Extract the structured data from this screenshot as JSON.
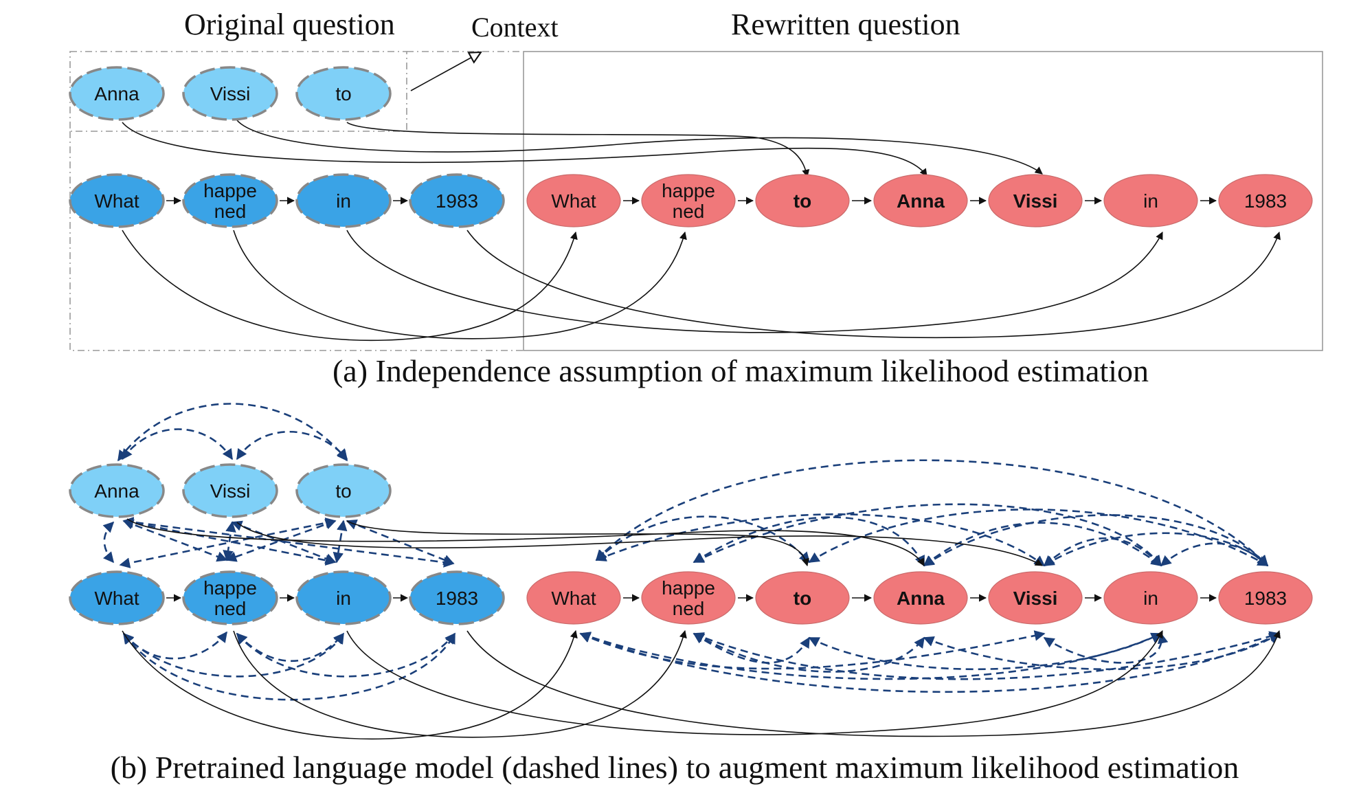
{
  "colors": {
    "context_node": "#7fd0f7",
    "original_node": "#3aa3e6",
    "rewritten_node": "#f0787a",
    "node_border_dashed": "#888888",
    "solid_edge": "#111111",
    "dashed_edge": "#1a3f7a"
  },
  "labels": {
    "original_question": "Original question",
    "context": "Context",
    "rewritten_question": "Rewritten question",
    "caption_a": "(a) Independence assumption of maximum likelihood estimation",
    "caption_b": "(b) Pretrained language model (dashed lines) to augment maximum likelihood estimation"
  },
  "panel_a": {
    "context_nodes": [
      {
        "id": "a_anna",
        "text": "Anna"
      },
      {
        "id": "a_vissi",
        "text": "Vissi"
      },
      {
        "id": "a_to",
        "text": "to"
      }
    ],
    "original_nodes": [
      {
        "id": "a_what",
        "text": "What"
      },
      {
        "id": "a_happened",
        "text": "happe\nned"
      },
      {
        "id": "a_in",
        "text": "in"
      },
      {
        "id": "a_1983",
        "text": "1983"
      }
    ],
    "rewritten_nodes": [
      {
        "id": "a_r_what",
        "text": "What",
        "bold": false
      },
      {
        "id": "a_r_happened",
        "text": "happe\nned",
        "bold": false
      },
      {
        "id": "a_r_to",
        "text": "to",
        "bold": true
      },
      {
        "id": "a_r_anna",
        "text": "Anna",
        "bold": true
      },
      {
        "id": "a_r_vissi",
        "text": "Vissi",
        "bold": true
      },
      {
        "id": "a_r_in",
        "text": "in",
        "bold": false
      },
      {
        "id": "a_r_1983",
        "text": "1983",
        "bold": false
      }
    ]
  },
  "panel_b": {
    "context_nodes": [
      {
        "id": "b_anna",
        "text": "Anna"
      },
      {
        "id": "b_vissi",
        "text": "Vissi"
      },
      {
        "id": "b_to",
        "text": "to"
      }
    ],
    "original_nodes": [
      {
        "id": "b_what",
        "text": "What"
      },
      {
        "id": "b_happened",
        "text": "happe\nned"
      },
      {
        "id": "b_in",
        "text": "in"
      },
      {
        "id": "b_1983",
        "text": "1983"
      }
    ],
    "rewritten_nodes": [
      {
        "id": "b_r_what",
        "text": "What",
        "bold": false
      },
      {
        "id": "b_r_happened",
        "text": "happe\nned",
        "bold": false
      },
      {
        "id": "b_r_to",
        "text": "to",
        "bold": true
      },
      {
        "id": "b_r_anna",
        "text": "Anna",
        "bold": true
      },
      {
        "id": "b_r_vissi",
        "text": "Vissi",
        "bold": true
      },
      {
        "id": "b_r_in",
        "text": "in",
        "bold": false
      },
      {
        "id": "b_r_1983",
        "text": "1983",
        "bold": false
      }
    ]
  }
}
